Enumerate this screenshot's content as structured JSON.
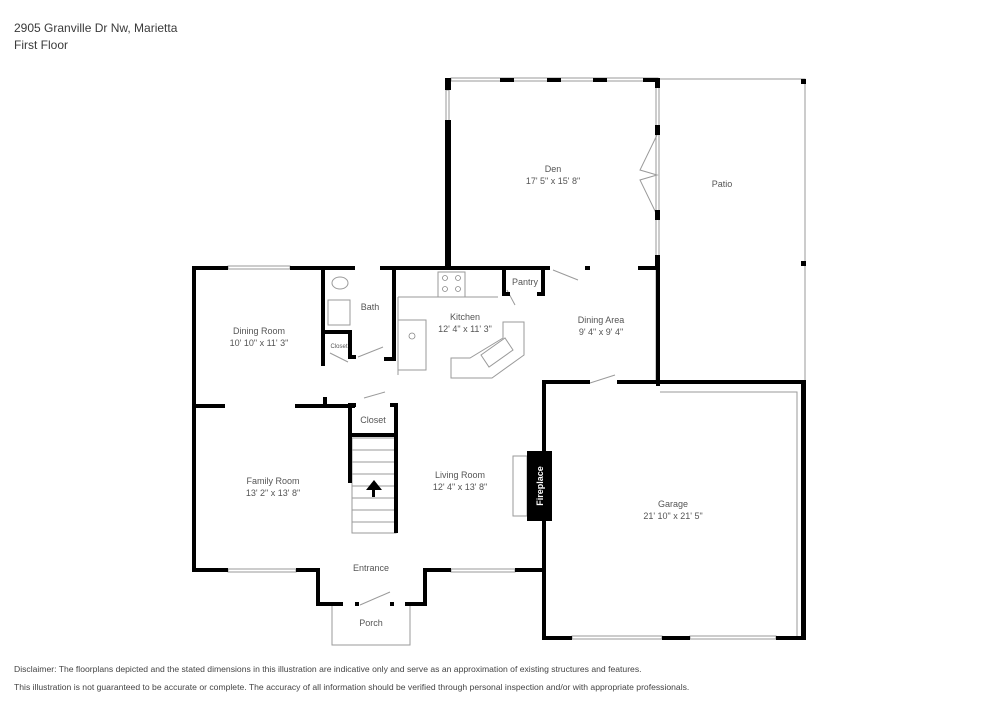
{
  "header": {
    "address": "2905 Granville Dr Nw, Marietta",
    "floor": "First Floor"
  },
  "rooms": {
    "den": {
      "name": "Den",
      "dimensions": "17' 5\" x 15' 8\""
    },
    "patio": {
      "name": "Patio"
    },
    "dining_room": {
      "name": "Dining Room",
      "dimensions": "10' 10\" x 11' 3\""
    },
    "bath": {
      "name": "Bath"
    },
    "bath_closet": {
      "name": "Closet"
    },
    "kitchen": {
      "name": "Kitchen",
      "dimensions": "12' 4\" x 11' 3\""
    },
    "pantry": {
      "name": "Pantry"
    },
    "dining_area": {
      "name": "Dining Area",
      "dimensions": "9' 4\" x 9' 4\""
    },
    "closet": {
      "name": "Closet"
    },
    "family_room": {
      "name": "Family Room",
      "dimensions": "13' 2\" x 13' 8\""
    },
    "living_room": {
      "name": "Living Room",
      "dimensions": "12' 4\" x 13' 8\""
    },
    "fireplace": {
      "name": "Fireplace"
    },
    "garage": {
      "name": "Garage",
      "dimensions": "21' 10\" x 21' 5\""
    },
    "entrance": {
      "name": "Entrance"
    },
    "porch": {
      "name": "Porch"
    }
  },
  "disclaimer": {
    "line1": "Disclaimer: The floorplans depicted and the stated dimensions in this illustration are indicative only and serve as an approximation of existing structures and features.",
    "line2": "This illustration is not guaranteed to be accurate or complete. The accuracy of all information should be verified through personal inspection and/or with appropriate professionals."
  },
  "colors": {
    "wall": "#000000",
    "thin_line": "#9a9a9a",
    "text": "#444444",
    "background": "#ffffff"
  }
}
